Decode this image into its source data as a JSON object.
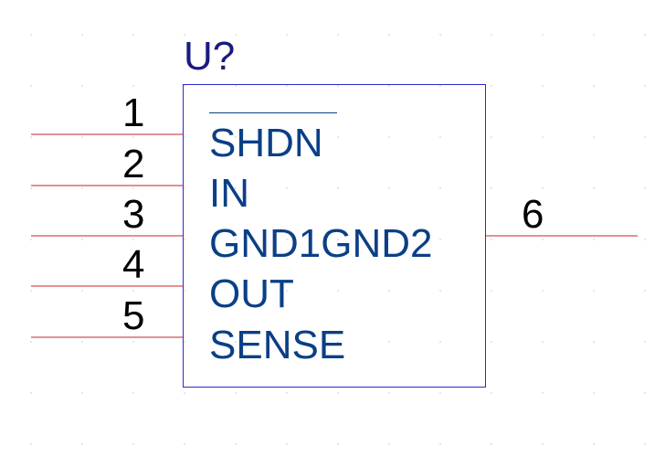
{
  "component": {
    "reference": "U?",
    "colors": {
      "body_outline": "#2b2bcc",
      "pin_label": "#0b3f86",
      "reference": "#1a1a80",
      "pin_line": "#cc2222",
      "pin_number": "#000000"
    },
    "left_pins": [
      {
        "number": "1",
        "name": "SHDN",
        "inverted": true
      },
      {
        "number": "2",
        "name": "IN"
      },
      {
        "number": "3",
        "name": "GND1GND2"
      },
      {
        "number": "4",
        "name": "OUT"
      },
      {
        "number": "5",
        "name": "SENSE"
      }
    ],
    "right_pins": [
      {
        "number": "6"
      }
    ]
  }
}
